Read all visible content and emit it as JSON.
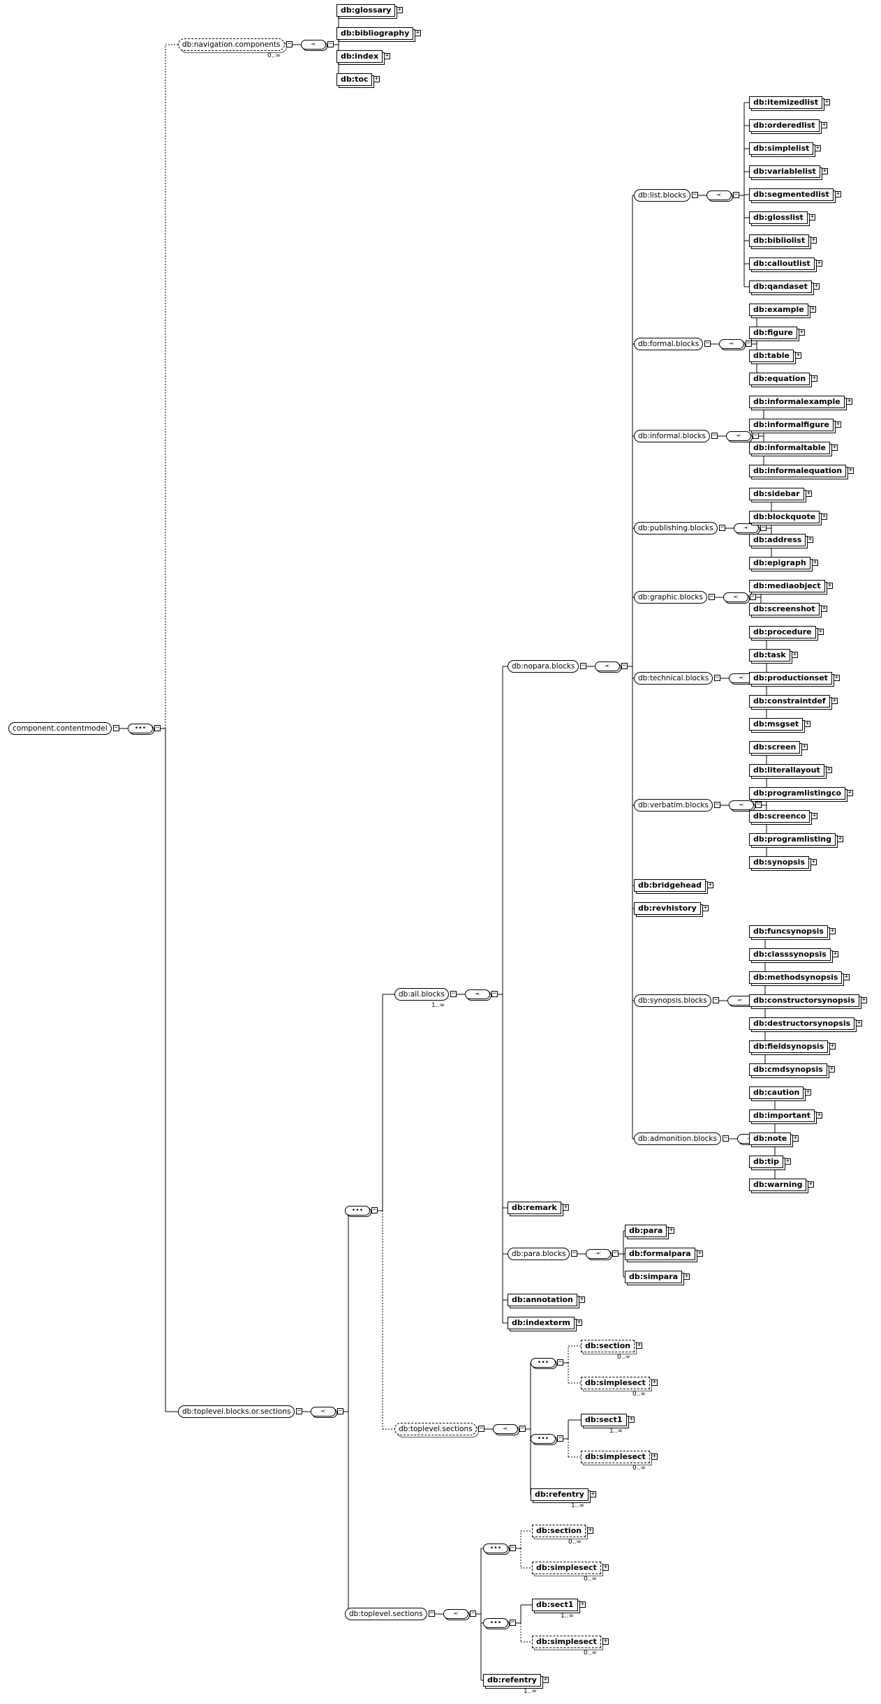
{
  "cardinalities": [
    "0..∞",
    "1..∞"
  ],
  "compositor_symbols": {
    "sequence": "•••",
    "choice": "⊸⫶"
  },
  "expand_symbol": "+",
  "collapse_symbol": "−",
  "tree": {
    "label": "component.contentmodel",
    "kind": "group",
    "comp": "sequence",
    "children": [
      {
        "label": "db:navigation.components",
        "kind": "group",
        "optional": true,
        "card": "0..∞",
        "comp": "choice",
        "children": [
          {
            "label": "db:glossary",
            "kind": "element"
          },
          {
            "label": "db:bibliography",
            "kind": "element"
          },
          {
            "label": "db:index",
            "kind": "element"
          },
          {
            "label": "db:toc",
            "kind": "element"
          }
        ]
      },
      {
        "label": "db:toplevel.blocks.or.sections",
        "kind": "group",
        "comp": "choice",
        "children": [
          {
            "label": "",
            "kind": "seq",
            "children": [
              {
                "label": "db:all.blocks",
                "kind": "group",
                "card": "1..∞",
                "comp": "choice",
                "children": [
                  {
                    "label": "db:nopara.blocks",
                    "kind": "group",
                    "comp": "choice",
                    "children": [
                      {
                        "label": "db:list.blocks",
                        "kind": "group",
                        "comp": "choice",
                        "children": [
                          {
                            "label": "db:itemizedlist",
                            "kind": "element"
                          },
                          {
                            "label": "db:orderedlist",
                            "kind": "element"
                          },
                          {
                            "label": "db:simplelist",
                            "kind": "element"
                          },
                          {
                            "label": "db:variablelist",
                            "kind": "element"
                          },
                          {
                            "label": "db:segmentedlist",
                            "kind": "element"
                          },
                          {
                            "label": "db:glosslist",
                            "kind": "element"
                          },
                          {
                            "label": "db:bibliolist",
                            "kind": "element"
                          },
                          {
                            "label": "db:calloutlist",
                            "kind": "element"
                          },
                          {
                            "label": "db:qandaset",
                            "kind": "element"
                          }
                        ]
                      },
                      {
                        "label": "db:formal.blocks",
                        "kind": "group",
                        "comp": "choice",
                        "children": [
                          {
                            "label": "db:example",
                            "kind": "element"
                          },
                          {
                            "label": "db:figure",
                            "kind": "element"
                          },
                          {
                            "label": "db:table",
                            "kind": "element"
                          },
                          {
                            "label": "db:equation",
                            "kind": "element"
                          }
                        ]
                      },
                      {
                        "label": "db:informal.blocks",
                        "kind": "group",
                        "comp": "choice",
                        "children": [
                          {
                            "label": "db:informalexample",
                            "kind": "element"
                          },
                          {
                            "label": "db:informalfigure",
                            "kind": "element"
                          },
                          {
                            "label": "db:informaltable",
                            "kind": "element"
                          },
                          {
                            "label": "db:informalequation",
                            "kind": "element"
                          }
                        ]
                      },
                      {
                        "label": "db:publishing.blocks",
                        "kind": "group",
                        "comp": "choice",
                        "children": [
                          {
                            "label": "db:sidebar",
                            "kind": "element"
                          },
                          {
                            "label": "db:blockquote",
                            "kind": "element"
                          },
                          {
                            "label": "db:address",
                            "kind": "element"
                          },
                          {
                            "label": "db:epigraph",
                            "kind": "element"
                          }
                        ]
                      },
                      {
                        "label": "db:graphic.blocks",
                        "kind": "group",
                        "comp": "choice",
                        "children": [
                          {
                            "label": "db:mediaobject",
                            "kind": "element"
                          },
                          {
                            "label": "db:screenshot",
                            "kind": "element"
                          }
                        ]
                      },
                      {
                        "label": "db:technical.blocks",
                        "kind": "group",
                        "comp": "choice",
                        "children": [
                          {
                            "label": "db:procedure",
                            "kind": "element"
                          },
                          {
                            "label": "db:task",
                            "kind": "element"
                          },
                          {
                            "label": "db:productionset",
                            "kind": "element"
                          },
                          {
                            "label": "db:constraintdef",
                            "kind": "element"
                          },
                          {
                            "label": "db:msgset",
                            "kind": "element"
                          }
                        ]
                      },
                      {
                        "label": "db:verbatim.blocks",
                        "kind": "group",
                        "comp": "choice",
                        "children": [
                          {
                            "label": "db:screen",
                            "kind": "element"
                          },
                          {
                            "label": "db:literallayout",
                            "kind": "element"
                          },
                          {
                            "label": "db:programlistingco",
                            "kind": "element"
                          },
                          {
                            "label": "db:screenco",
                            "kind": "element"
                          },
                          {
                            "label": "db:programlisting",
                            "kind": "element"
                          },
                          {
                            "label": "db:synopsis",
                            "kind": "element"
                          }
                        ]
                      },
                      {
                        "label": "db:bridgehead",
                        "kind": "element"
                      },
                      {
                        "label": "db:revhistory",
                        "kind": "element"
                      },
                      {
                        "label": "db:synopsis.blocks",
                        "kind": "group",
                        "comp": "choice",
                        "children": [
                          {
                            "label": "db:funcsynopsis",
                            "kind": "element"
                          },
                          {
                            "label": "db:classsynopsis",
                            "kind": "element"
                          },
                          {
                            "label": "db:methodsynopsis",
                            "kind": "element"
                          },
                          {
                            "label": "db:constructorsynopsis",
                            "kind": "element"
                          },
                          {
                            "label": "db:destructorsynopsis",
                            "kind": "element"
                          },
                          {
                            "label": "db:fieldsynopsis",
                            "kind": "element"
                          },
                          {
                            "label": "db:cmdsynopsis",
                            "kind": "element"
                          }
                        ]
                      },
                      {
                        "label": "db:admonition.blocks",
                        "kind": "group",
                        "comp": "choice",
                        "children": [
                          {
                            "label": "db:caution",
                            "kind": "element"
                          },
                          {
                            "label": "db:important",
                            "kind": "element"
                          },
                          {
                            "label": "db:note",
                            "kind": "element"
                          },
                          {
                            "label": "db:tip",
                            "kind": "element"
                          },
                          {
                            "label": "db:warning",
                            "kind": "element"
                          }
                        ]
                      }
                    ]
                  },
                  {
                    "label": "db:remark",
                    "kind": "element"
                  },
                  {
                    "label": "db:para.blocks",
                    "kind": "group",
                    "comp": "choice",
                    "children": [
                      {
                        "label": "db:para",
                        "kind": "element"
                      },
                      {
                        "label": "db:formalpara",
                        "kind": "element"
                      },
                      {
                        "label": "db:simpara",
                        "kind": "element"
                      }
                    ]
                  },
                  {
                    "label": "db:annotation",
                    "kind": "element"
                  },
                  {
                    "label": "db:indexterm",
                    "kind": "element"
                  }
                ]
              },
              {
                "label": "db:toplevel.sections",
                "kind": "group",
                "optional": true,
                "comp": "choice",
                "children": [
                  {
                    "label": "",
                    "kind": "seq",
                    "children": [
                      {
                        "label": "db:section",
                        "kind": "element",
                        "optional": true,
                        "card": "0..∞"
                      },
                      {
                        "label": "db:simplesect",
                        "kind": "element",
                        "optional": true,
                        "card": "0..∞"
                      }
                    ]
                  },
                  {
                    "label": "",
                    "kind": "seq",
                    "children": [
                      {
                        "label": "db:sect1",
                        "kind": "element",
                        "card": "1..∞"
                      },
                      {
                        "label": "db:simplesect",
                        "kind": "element",
                        "optional": true,
                        "card": "0..∞"
                      }
                    ]
                  },
                  {
                    "label": "db:refentry",
                    "kind": "element",
                    "card": "1..∞"
                  }
                ]
              }
            ]
          },
          {
            "label": "db:toplevel.sections",
            "kind": "group",
            "comp": "choice",
            "children": [
              {
                "label": "",
                "kind": "seq",
                "children": [
                  {
                    "label": "db:section",
                    "kind": "element",
                    "optional": true,
                    "card": "0..∞"
                  },
                  {
                    "label": "db:simplesect",
                    "kind": "element",
                    "optional": true,
                    "card": "0..∞"
                  }
                ]
              },
              {
                "label": "",
                "kind": "seq",
                "children": [
                  {
                    "label": "db:sect1",
                    "kind": "element",
                    "card": "1..∞"
                  },
                  {
                    "label": "db:simplesect",
                    "kind": "element",
                    "optional": true,
                    "card": "0..∞"
                  }
                ]
              },
              {
                "label": "db:refentry",
                "kind": "element",
                "card": "1..∞"
              }
            ]
          }
        ]
      }
    ]
  }
}
